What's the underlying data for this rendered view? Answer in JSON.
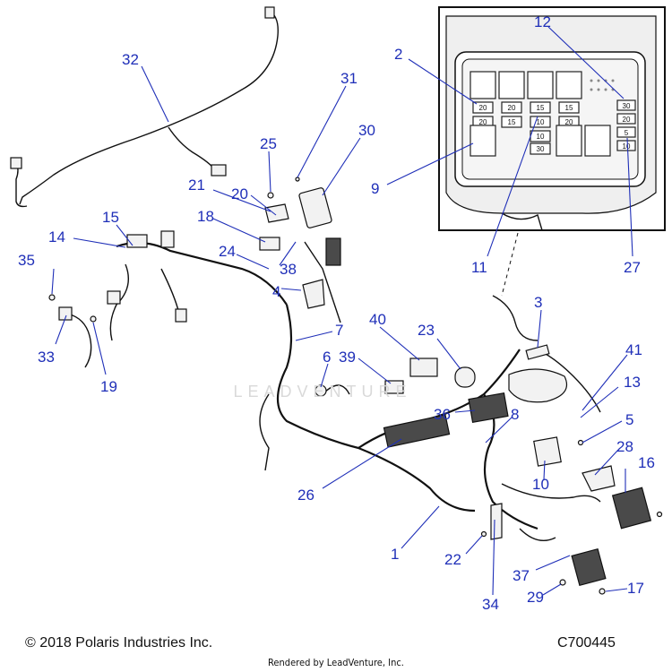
{
  "diagram": {
    "callouts": [
      "1",
      "2",
      "3",
      "4",
      "5",
      "6",
      "7",
      "8",
      "9",
      "10",
      "11",
      "12",
      "13",
      "14",
      "15",
      "16",
      "17",
      "18",
      "19",
      "20",
      "21",
      "22",
      "23",
      "24",
      "25",
      "26",
      "27",
      "28",
      "29",
      "30",
      "31",
      "32",
      "33",
      "34",
      "35",
      "36",
      "37",
      "38",
      "39",
      "40",
      "41"
    ],
    "fuse_ratings": {
      "row1": [
        "20",
        "20",
        "15",
        "15",
        "30"
      ],
      "row2": [
        "20",
        "15",
        "10",
        "20",
        "20"
      ],
      "row3": [
        "10",
        "5"
      ],
      "bottom_right": "10",
      "mid_right": "30"
    },
    "watermark": "LEADVENTURE"
  },
  "footer": {
    "copyright": "© 2018 Polaris Industries Inc.",
    "rendered_by": "Rendered by LeadVenture, Inc.",
    "diagram_code": "C700445"
  },
  "colors": {
    "callout": "#1f2fb8",
    "line_art": "#111111"
  }
}
